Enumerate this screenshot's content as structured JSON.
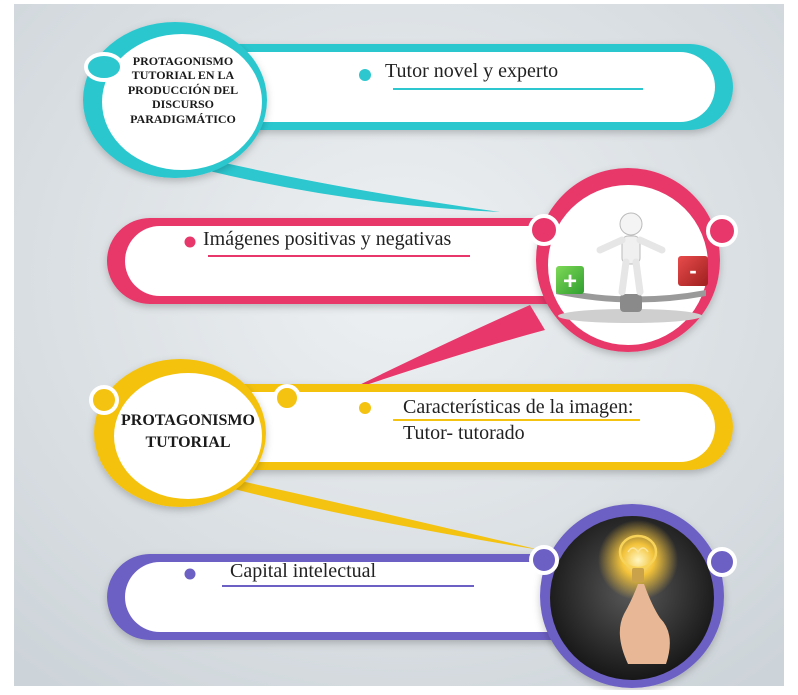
{
  "colors": {
    "background": "#d9dee2",
    "cyan": "#2cc7cf",
    "pink": "#e8386b",
    "yellow": "#f4c211",
    "purple": "#6d60c4"
  },
  "sections": [
    {
      "title": "PROTAGONISMO TUTORIAL EN LA PRODUCCIÓN DEL DISCURSO PARADIGMÁTICO",
      "title_lines": [
        "PROTAGONISMO",
        "TUTORIAL EN LA",
        "PRODUCCIÓN DEL",
        "DISCURSO",
        "PARADIGMÁTICO"
      ],
      "item": "Tutor novel y experto",
      "color": "cyan"
    },
    {
      "item": "Imágenes positivas y negativas",
      "color": "pink",
      "image": {
        "icon": "balance-person-plus-minus-illustration",
        "plus": "+",
        "minus": "-"
      }
    },
    {
      "title": "PROTAGONISMO TUTORIAL",
      "title_lines": [
        "PROTAGONISMO",
        "TUTORIAL"
      ],
      "item_lines": [
        "Características de la imagen:",
        "Tutor- tutorado"
      ],
      "color": "yellow"
    },
    {
      "item": "Capital intelectual",
      "color": "purple",
      "image": {
        "icon": "lightbulb-brain-hand-illustration"
      }
    }
  ]
}
